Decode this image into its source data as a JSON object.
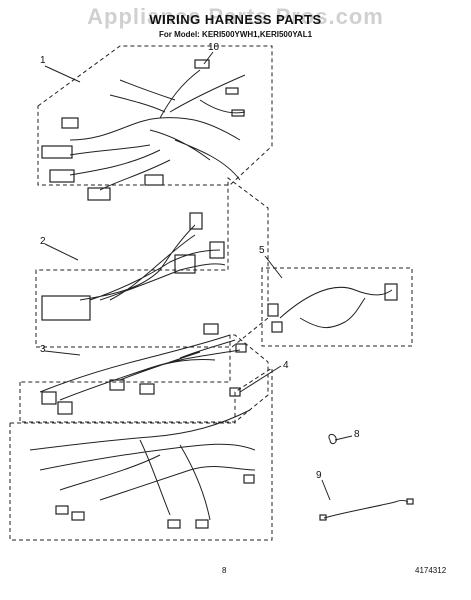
{
  "watermark": "Appliance Parts Pros.com",
  "header": {
    "title": "WIRING HARNESS PARTS",
    "subtitle": "For Model: KERI500YWH1,KERI500YAL1"
  },
  "callouts": [
    "1",
    "2",
    "3",
    "4",
    "5",
    "8",
    "9",
    "10"
  ],
  "footer": {
    "page_number": "8",
    "doc_number": "4174312"
  },
  "colors": {
    "ink": "#222222",
    "watermark": "#9a9a9a"
  }
}
